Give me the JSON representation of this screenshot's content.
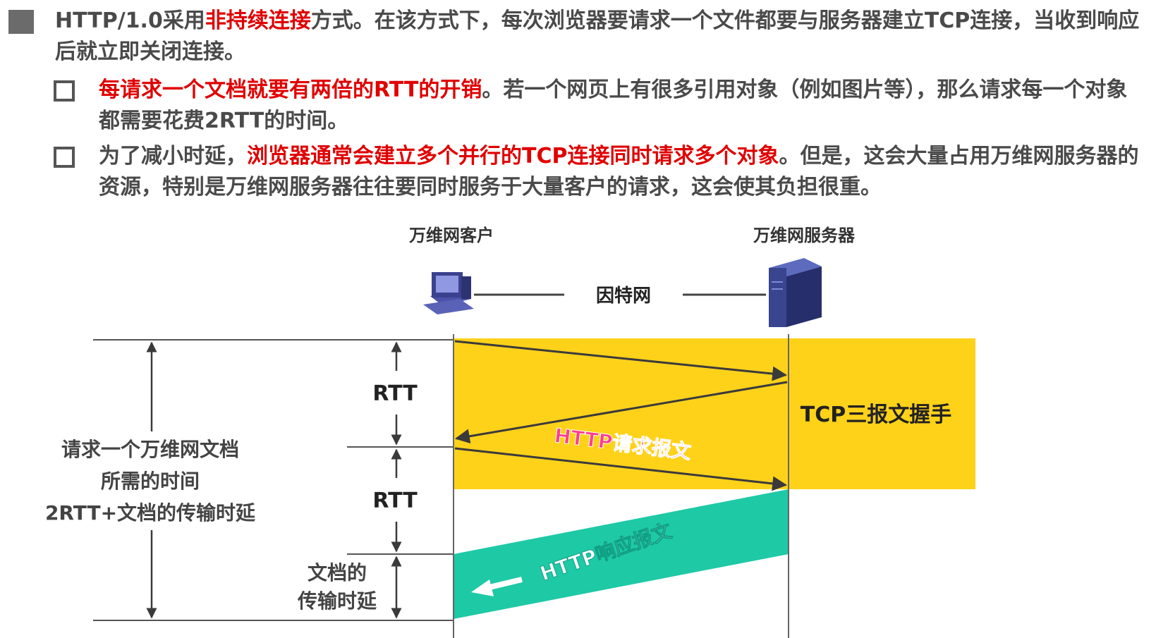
{
  "bullets": {
    "main": {
      "prefix": "HTTP/1.0采用",
      "highlight": "非持续连接",
      "suffix": "方式。在该方式下，每次浏览器要请求一个文件都要与服务器建立TCP连接，当收到响应后就立即关闭连接。"
    },
    "sub1": {
      "highlight": "每请求一个文档就要有两倍的RTT的开销",
      "suffix": "。若一个网页上有很多引用对象（例如图片等），那么请求每一个对象都需要花费2RTT的时间。"
    },
    "sub2": {
      "prefix": "为了减小时延，",
      "highlight": "浏览器通常会建立多个并行的TCP连接同时请求多个对象",
      "suffix": "。但是，这会大量占用万维网服务器的资源，特别是万维网服务器往往要同时服务于大量客户的请求，这会使其负担很重。"
    }
  },
  "diagram": {
    "client_label": "万维网客户",
    "server_label": "万维网服务器",
    "network_label": "因特网",
    "rtt1_label": "RTT",
    "rtt2_label": "RTT",
    "handshake_label": "TCP三报文握手",
    "request_label": "HTTP请求报文",
    "response_label": "HTTP响应报文",
    "total_label_line1": "请求一个万维网文档",
    "total_label_line2": "所需的时间",
    "total_label_line3": "2RTT+文档的传输时延",
    "transfer_label_line1": "文档的",
    "transfer_label_line2": "传输时延"
  },
  "colors": {
    "highlight_red": "#e00000",
    "handshake_fill": "#ffd21a",
    "response_fill": "#1ec9a6",
    "request_text": "#ff3d8b"
  }
}
